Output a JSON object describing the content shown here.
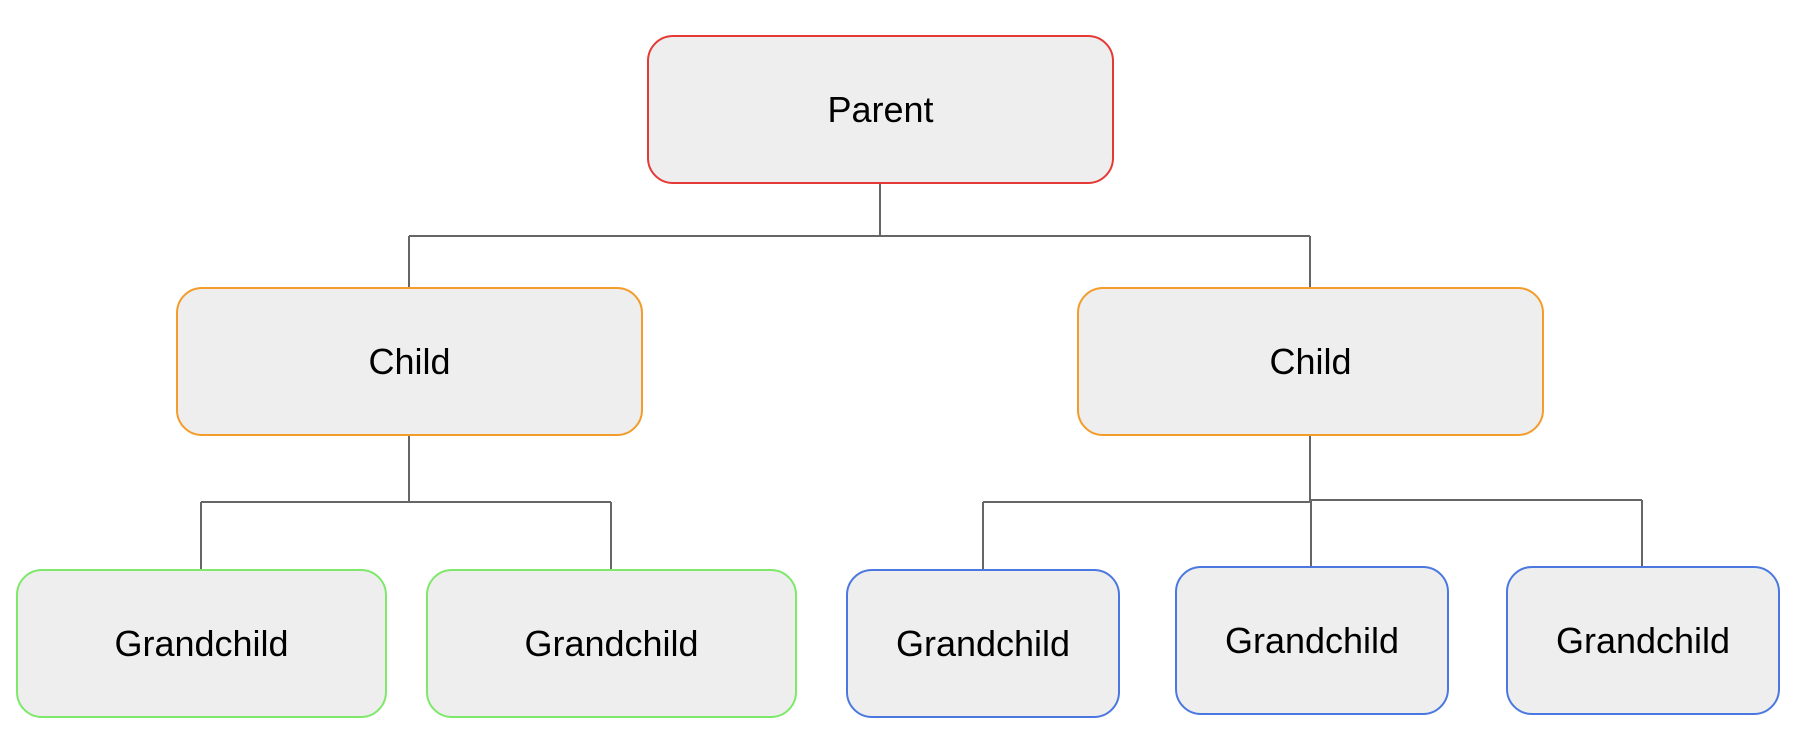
{
  "diagram": {
    "parent": {
      "label": "Parent",
      "border_color": "#e53935"
    },
    "children": [
      {
        "label": "Child",
        "border_color": "#f39c2a"
      },
      {
        "label": "Child",
        "border_color": "#f39c2a"
      }
    ],
    "grandchildren": [
      {
        "label": "Grandchild",
        "parent_index": 0,
        "border_color": "#7ee86a"
      },
      {
        "label": "Grandchild",
        "parent_index": 0,
        "border_color": "#7ee86a"
      },
      {
        "label": "Grandchild",
        "parent_index": 1,
        "border_color": "#4a78e0"
      },
      {
        "label": "Grandchild",
        "parent_index": 1,
        "border_color": "#4a78e0"
      },
      {
        "label": "Grandchild",
        "parent_index": 1,
        "border_color": "#4a78e0"
      }
    ],
    "connector_color": "#666666",
    "node_fill": "#eeeeee"
  }
}
